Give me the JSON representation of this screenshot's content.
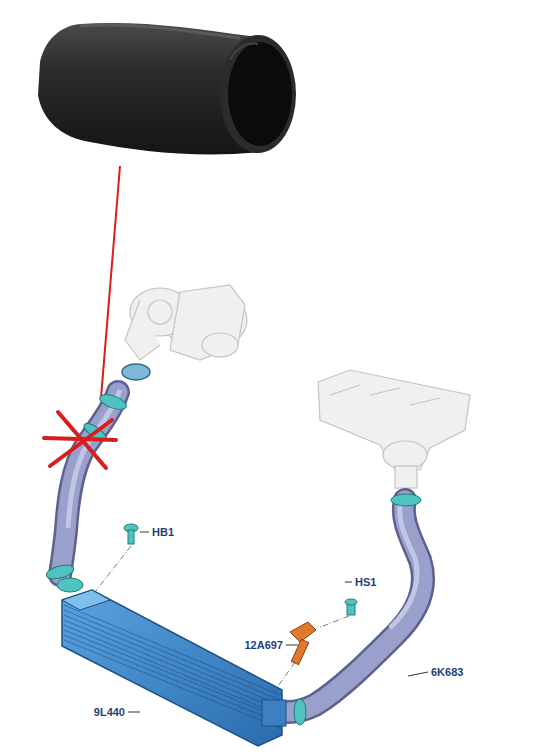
{
  "diagram": {
    "labels": [
      "HB1",
      "HS1",
      "12A697",
      "6K683",
      "9L440"
    ]
  }
}
